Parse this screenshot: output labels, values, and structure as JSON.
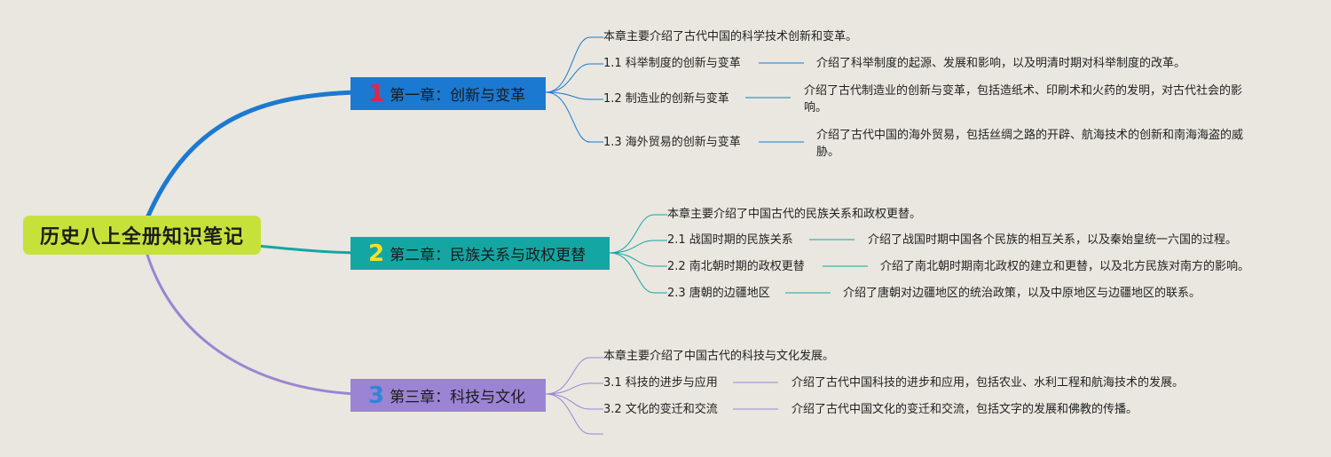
{
  "root": {
    "title": "历史八上全册知识笔记"
  },
  "chapters": [
    {
      "number": "1",
      "title": "第一章：创新与变革",
      "intro": "本章主要介绍了古代中国的科学技术创新和变革。",
      "sections": [
        {
          "title": "1.1 科举制度的创新与变革",
          "desc": "介绍了科举制度的起源、发展和影响，以及明清时期对科举制度的改革。"
        },
        {
          "title": "1.2 制造业的创新与变革",
          "desc": "介绍了古代制造业的创新与变革，包括造纸术、印刷术和火药的发明，对古代社会的影响。"
        },
        {
          "title": "1.3 海外贸易的创新与变革",
          "desc": "介绍了古代中国的海外贸易，包括丝绸之路的开辟、航海技术的创新和南海海盗的威胁。"
        }
      ]
    },
    {
      "number": "2",
      "title": "第二章：民族关系与政权更替",
      "intro": "本章主要介绍了中国古代的民族关系和政权更替。",
      "sections": [
        {
          "title": "2.1 战国时期的民族关系",
          "desc": "介绍了战国时期中国各个民族的相互关系，以及秦始皇统一六国的过程。"
        },
        {
          "title": "2.2 南北朝时期的政权更替",
          "desc": "介绍了南北朝时期南北政权的建立和更替，以及北方民族对南方的影响。"
        },
        {
          "title": "2.3 唐朝的边疆地区",
          "desc": "介绍了唐朝对边疆地区的统治政策，以及中原地区与边疆地区的联系。"
        }
      ]
    },
    {
      "number": "3",
      "title": "第三章：科技与文化",
      "intro": "本章主要介绍了中国古代的科技与文化发展。",
      "sections": [
        {
          "title": "3.1 科技的进步与应用",
          "desc": "介绍了古代中国科技的进步和应用，包括农业、水利工程和航海技术的发展。"
        },
        {
          "title": "3.2 文化的变迁和交流",
          "desc": "介绍了古代中国文化的变迁和交流，包括文字的发展和佛教的传播。"
        }
      ]
    }
  ],
  "colors": {
    "background": "#e9e7df",
    "root": "#c6e23a",
    "chapter1": "#1b79d1",
    "chapter2": "#14a6a3",
    "chapter3": "#9b84d4"
  }
}
